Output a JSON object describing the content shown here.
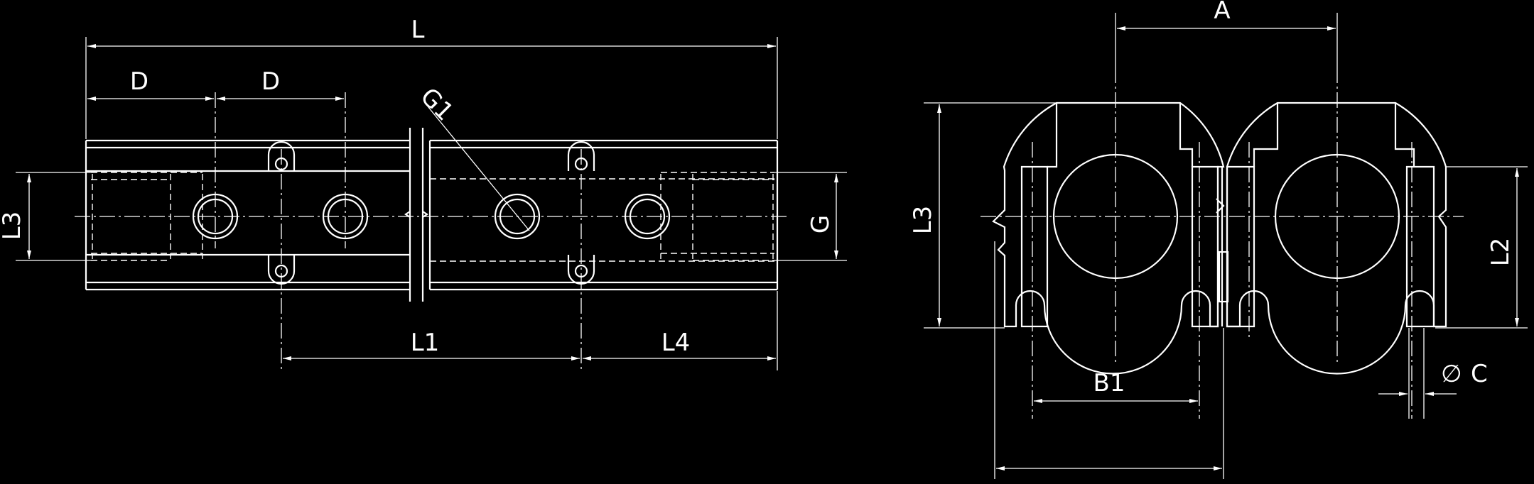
{
  "dimension_labels": {
    "L": "L",
    "D_left": "D",
    "D_right": "D",
    "G1": "G1",
    "L3_left": "L3",
    "G": "G",
    "L1": "L1",
    "L4": "L4",
    "A": "A",
    "L3_right": "L3",
    "L2": "L2",
    "B1": "B1",
    "C": "C",
    "diameter_symbol": "∅"
  },
  "colors": {
    "background": "#000000",
    "line": "#ffffff"
  }
}
